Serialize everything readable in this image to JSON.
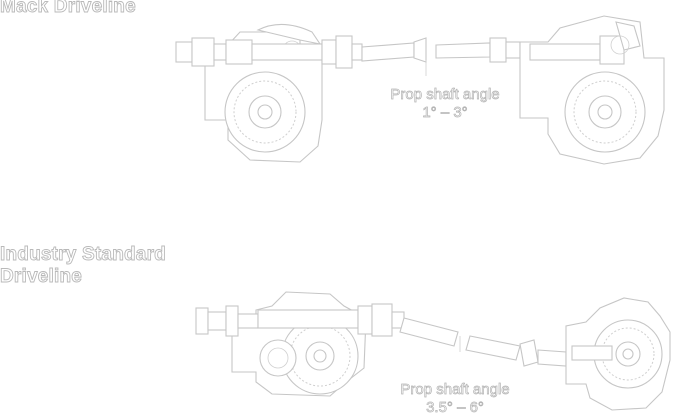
{
  "mack": {
    "title": "Mack Driveline",
    "angle_label": "Prop shaft angle",
    "angle_value": "1° – 3°"
  },
  "industry": {
    "title_line1": "Industry Standard",
    "title_line2": "Driveline",
    "angle_label": "Prop shaft angle",
    "angle_value": "3.5° – 6°"
  },
  "colors": {
    "outline": "#c6c6c6",
    "fill": "#ffffff"
  }
}
